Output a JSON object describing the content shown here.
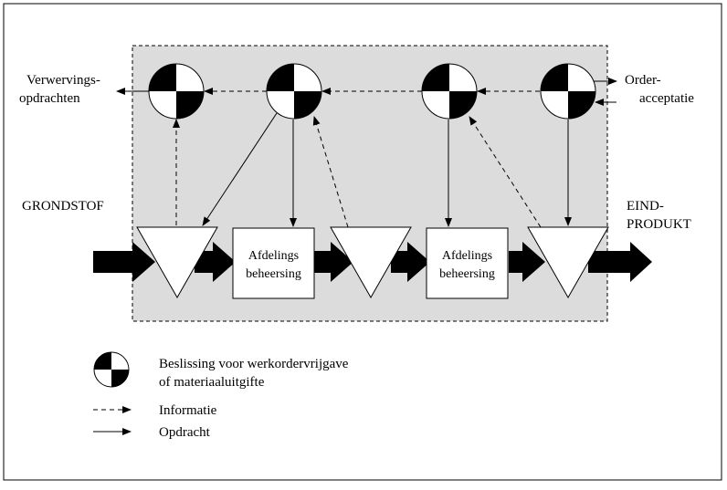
{
  "labels": {
    "left_output": [
      "Verwervings-",
      "opdrachten"
    ],
    "right_input": [
      "Order-",
      "acceptatie"
    ],
    "input": "GRONDSTOF",
    "output": [
      "EIND-",
      "PRODUKT"
    ]
  },
  "process_boxes": [
    [
      "Afdelings",
      "beheersing"
    ],
    [
      "Afdelings",
      "beheersing"
    ]
  ],
  "legend": {
    "decision": [
      "Beslissing voor werkordervrijgave",
      "of materiaaluitgifte"
    ],
    "information": "Informatie",
    "order": "Opdracht"
  },
  "colors": {
    "shaded_area": "#dcdcdc",
    "ink": "#000000"
  }
}
